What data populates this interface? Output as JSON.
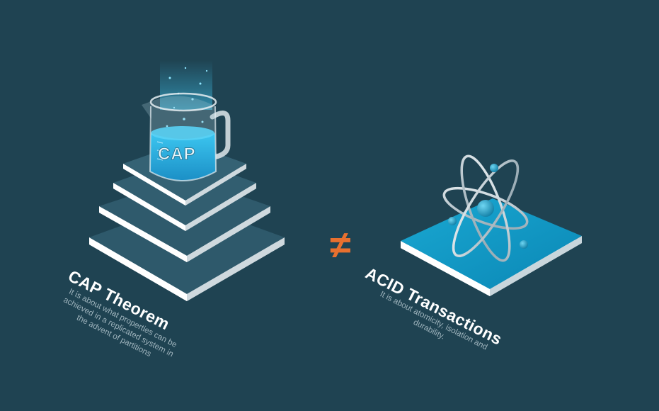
{
  "cap": {
    "jar_label": "CAP",
    "title": "CAP Theorem",
    "description": "It is about what properties can be achieved in a replicated system in the advent of partitions"
  },
  "relation_symbol": "≠",
  "acid": {
    "title": "ACID Transactions",
    "description": "It is about atomicity, isolation and durability."
  },
  "colors": {
    "background": "#1f4352",
    "layer_top": "#2f5a6c",
    "layer_side": "#e9eef1",
    "platform_top": "#12a6cf",
    "accent_symbol": "#e8702f",
    "liquid": "#23b4e6"
  }
}
